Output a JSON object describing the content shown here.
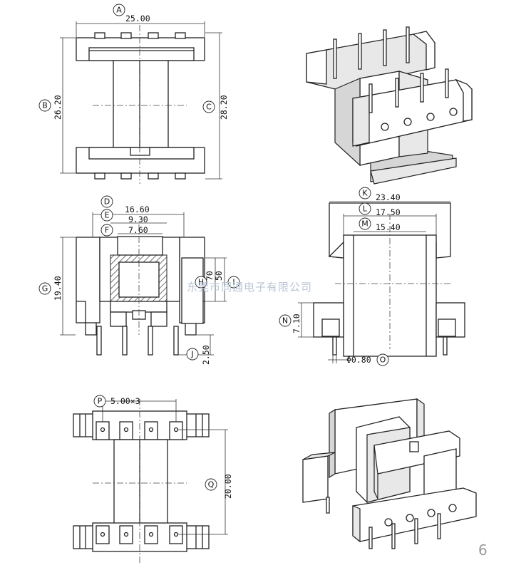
{
  "watermark": "东莞市同通电子有限公司",
  "page_number": "6",
  "top_view": {
    "A": {
      "label": "A",
      "value": "25.00"
    },
    "B": {
      "label": "B",
      "value": "26.20"
    },
    "C": {
      "label": "C",
      "value": "28.20"
    }
  },
  "front_view": {
    "D": {
      "label": "D",
      "value": "16.60"
    },
    "E": {
      "label": "E",
      "value": "9.30"
    },
    "F": {
      "label": "F",
      "value": "7.60"
    },
    "G": {
      "label": "G",
      "value": "19.40"
    },
    "H": {
      "label": "H",
      "value": "70"
    },
    "I": {
      "label": "I",
      "value": "50"
    },
    "J": {
      "label": "J",
      "value": "2.50"
    }
  },
  "side_view": {
    "K": {
      "label": "K",
      "value": "23.40"
    },
    "L": {
      "label": "L",
      "value": "17.50"
    },
    "M": {
      "label": "M",
      "value": "15.40"
    },
    "N": {
      "label": "N",
      "value": "7.10"
    },
    "O": {
      "label": "O",
      "value": "Φ0.80"
    }
  },
  "bottom_view": {
    "P": {
      "label": "P",
      "value": "5.00×3"
    },
    "Q": {
      "label": "Q",
      "value": "20.00"
    }
  }
}
